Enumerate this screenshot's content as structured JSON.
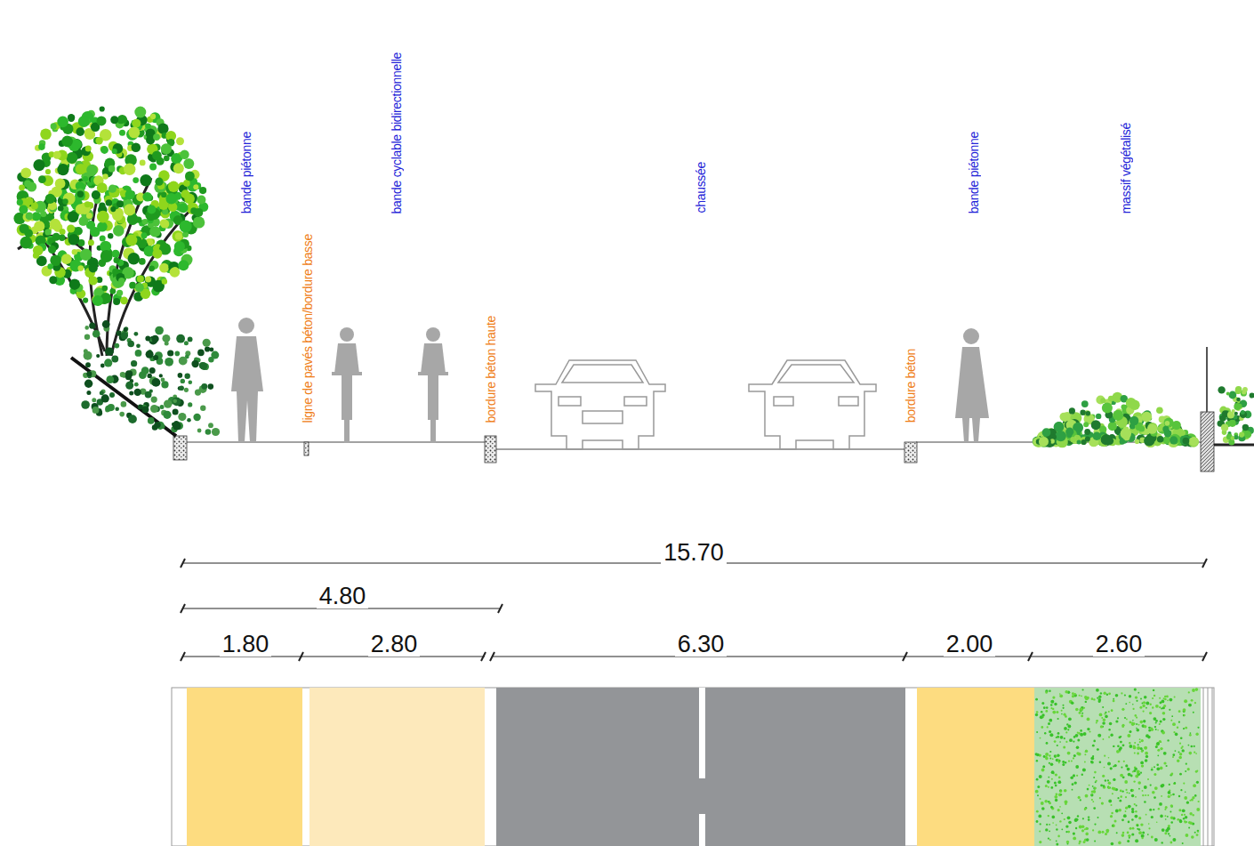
{
  "diagram": {
    "labels": [
      "bande piétonne",
      "ligne de pavés béton/bordure basse",
      "bande cyclable bidirectionnelle",
      "bordure béton haute",
      "chaussée",
      "bordure béton",
      "bande piétonne",
      "massif végétalisé",
      "15.70",
      "4.80",
      "1.80",
      "2.80",
      "6.30",
      "2.00",
      "2.60"
    ]
  }
}
